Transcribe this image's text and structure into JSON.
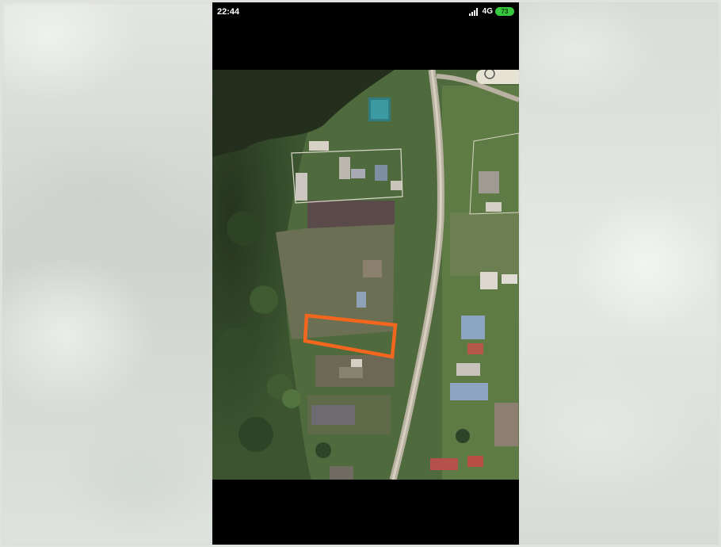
{
  "status_bar": {
    "time": "22:44",
    "network": "4G",
    "battery": "73"
  },
  "icons": {
    "signal": "cellular-signal-icon",
    "battery": "battery-icon"
  },
  "colors": {
    "plot_outline": "#f2661d",
    "battery_fill": "#38c83f",
    "road": "#b9b1a2",
    "vegetation": "#3c5530"
  }
}
